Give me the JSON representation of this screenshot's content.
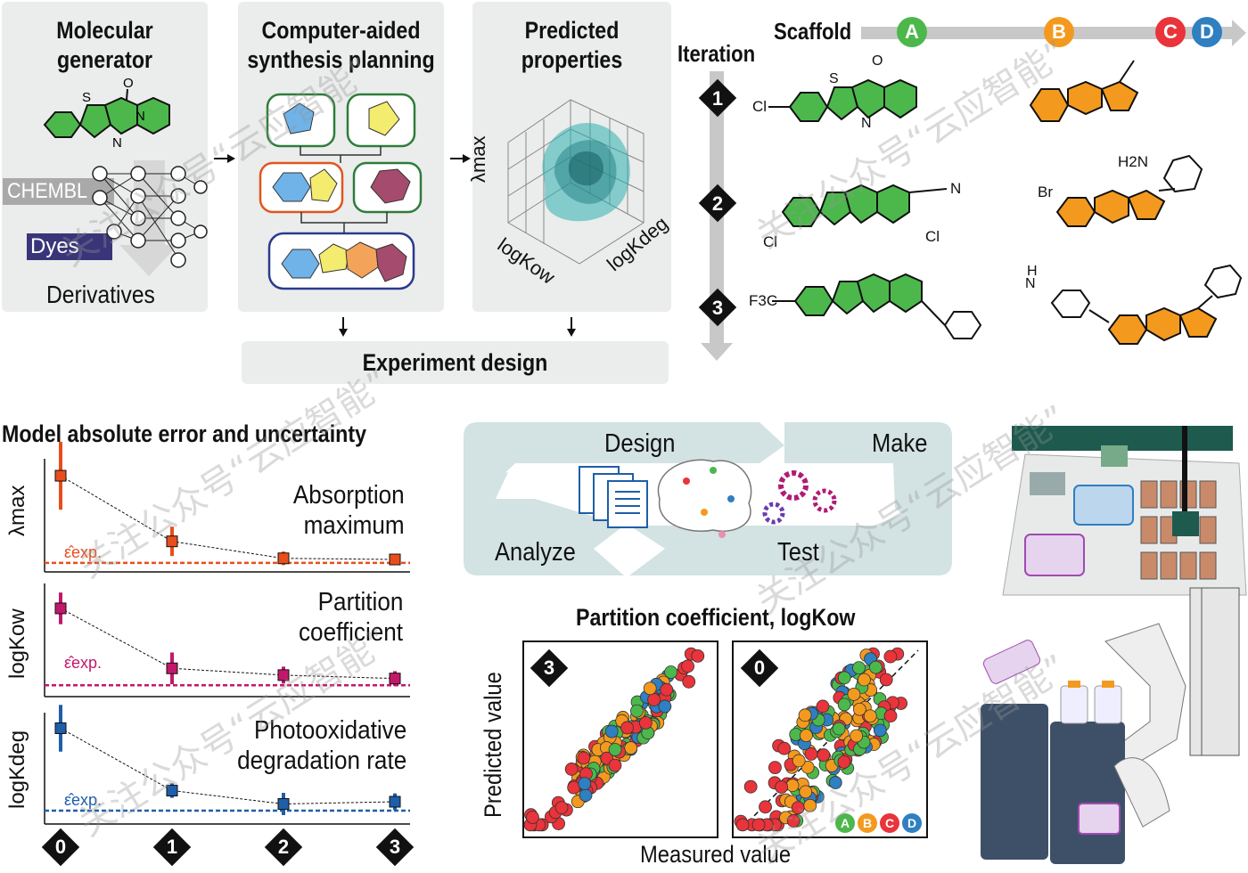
{
  "top": {
    "molecular_generator": {
      "title": "Molecular generator",
      "source1": "CHEMBL",
      "source2": "Dyes",
      "output": "Derivatives"
    },
    "synthesis": {
      "title": "Computer-aided synthesis planning"
    },
    "predicted": {
      "title": "Predicted properties",
      "axis_z": "λmax",
      "axis_x": "logKow",
      "axis_y": "logKdeg"
    },
    "experiment_design": "Experiment design",
    "scaffold": {
      "label": "Scaffold",
      "iteration": "Iteration",
      "chips": [
        "A",
        "B",
        "C",
        "D"
      ],
      "iterations": [
        "1",
        "2",
        "3"
      ],
      "atoms": {
        "cl1": "Cl",
        "s": "S",
        "o": "O",
        "n": "N",
        "cn": "N",
        "cl2": "Cl",
        "cl3": "Cl",
        "f3c": "F3C",
        "br": "Br",
        "h2n": "H2N",
        "nh": "N",
        "h": "H"
      }
    }
  },
  "error_panel": {
    "title": "Model absolute error and uncertainty",
    "rows": [
      {
        "ylabel": "λmax",
        "label1": "Absorption",
        "label2": "maximum",
        "eps": "ε̂exp.",
        "color": "#e84e1c"
      },
      {
        "ylabel": "logKow",
        "label1": "Partition",
        "label2": "coefficient",
        "eps": "ε̂exp.",
        "color": "#c2186b"
      },
      {
        "ylabel": "logKdeg",
        "label1": "Photooxidative",
        "label2": "degradation rate",
        "eps": "ε̂exp.",
        "color": "#1f5ea8"
      }
    ],
    "x_ticks": [
      "0",
      "1",
      "2",
      "3"
    ]
  },
  "cycle": {
    "design": "Design",
    "make": "Make",
    "analyze": "Analyze",
    "test": "Test"
  },
  "scatter": {
    "title": "Partition coefficient, logKow",
    "ylabel": "Predicted value",
    "xlabel": "Measured value",
    "left_iter": "3",
    "right_iter": "0",
    "legend": [
      "A",
      "B",
      "C",
      "D"
    ]
  },
  "colors": {
    "A": "#4cb84c",
    "B": "#f39a1e",
    "C": "#e8343a",
    "D": "#2f7fc1",
    "panel": "#ebecec",
    "teal": "#d3e2e2"
  },
  "watermark": "关注公众号“云应智能”",
  "chart_data": [
    {
      "type": "scatter",
      "title": "Model absolute error and uncertainty",
      "ylabel": "λmax",
      "x": [
        0,
        1,
        2,
        3
      ],
      "values": [
        0.85,
        0.27,
        0.12,
        0.11
      ],
      "error": [
        0.6,
        0.26,
        0.12,
        0.03
      ]
    },
    {
      "type": "scatter",
      "ylabel": "logKow",
      "x": [
        0,
        1,
        2,
        3
      ],
      "values": [
        0.78,
        0.25,
        0.19,
        0.16
      ],
      "error": [
        0.28,
        0.28,
        0.15,
        0.13
      ]
    },
    {
      "type": "scatter",
      "ylabel": "logKdeg",
      "x": [
        0,
        1,
        2,
        3
      ],
      "values": [
        0.86,
        0.3,
        0.18,
        0.2
      ],
      "error": [
        0.42,
        0.13,
        0.2,
        0.15
      ]
    }
  ]
}
